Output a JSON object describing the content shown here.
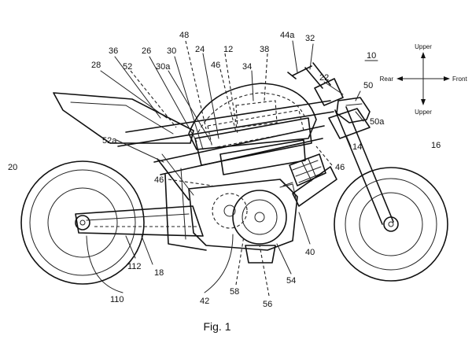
{
  "figure": {
    "caption": "Fig. 1",
    "figure_number": "10"
  },
  "directions": {
    "up": "Upper",
    "down": "Upper",
    "left": "Rear",
    "right": "Front"
  },
  "labels": [
    "48",
    "44a",
    "32",
    "36",
    "26",
    "30",
    "24",
    "12",
    "38",
    "28",
    "52",
    "30a",
    "46",
    "34",
    "22",
    "50",
    "52a",
    "50a",
    "14",
    "16",
    "20",
    "46",
    "46",
    "40",
    "112",
    "18",
    "110",
    "42",
    "58",
    "56",
    "54"
  ]
}
